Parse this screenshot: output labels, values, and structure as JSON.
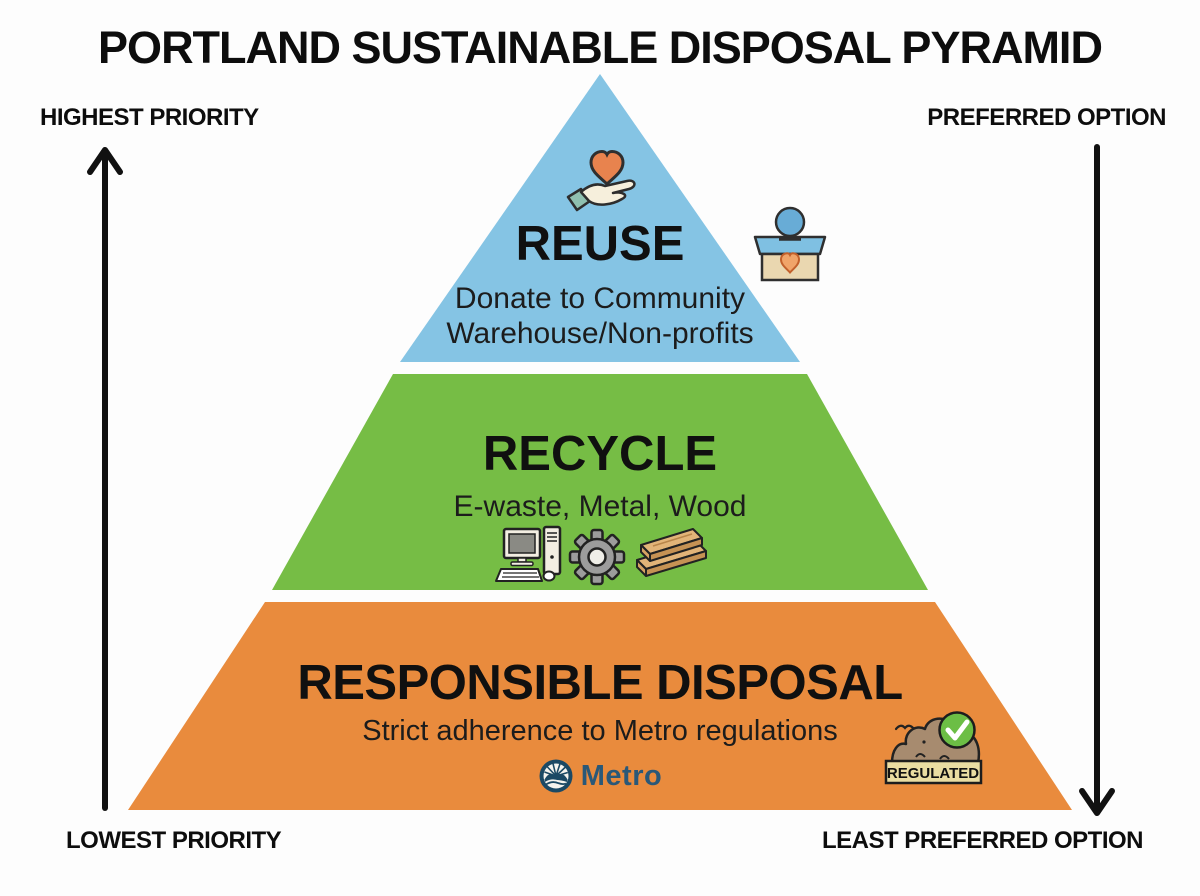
{
  "title": "PORTLAND SUSTAINABLE DISPOSAL PYRAMID",
  "axis_labels": {
    "top_left": "HIGHEST PRIORITY",
    "top_right": "PREFERRED OPTION",
    "bottom_left": "LOWEST PRIORITY",
    "bottom_right": "LEAST PREFERRED OPTION"
  },
  "tiers": [
    {
      "name": "REUSE",
      "subtitle_lines": [
        "Donate to Community",
        "Warehouse/Non-profits"
      ],
      "color": "#85C4E4",
      "icons": [
        "hand-holding-heart-icon",
        "donation-box-icon"
      ]
    },
    {
      "name": "RECYCLE",
      "subtitle_lines": [
        "E-waste, Metal, Wood"
      ],
      "color": "#76BD45",
      "icons": [
        "desktop-computer-icon",
        "gear-icon",
        "wood-planks-icon"
      ]
    },
    {
      "name": "RESPONSIBLE DISPOSAL",
      "subtitle_lines": [
        "Strict adherence to Metro regulations"
      ],
      "color": "#E98B3D",
      "icons": [
        "metro-logo",
        "dirt-pile-icon",
        "check-badge-icon"
      ]
    }
  ],
  "branding": {
    "metro_label": "Metro"
  },
  "badges": {
    "regulated_label": "REGULATED"
  },
  "colors": {
    "tier_reuse": "#85C4E4",
    "tier_recycle": "#76BD45",
    "tier_disposal": "#E98B3D",
    "arrow": "#111111",
    "check_green": "#6CBE45",
    "metro_navy": "#1B4964"
  }
}
